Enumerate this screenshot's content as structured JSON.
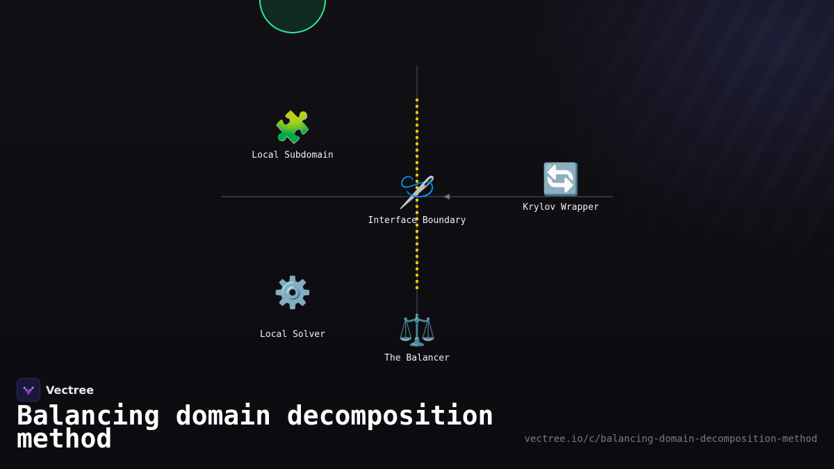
{
  "brand": {
    "name": "Vectree",
    "logo_icon": "vectree-logo-icon",
    "accent": "#a04ae0"
  },
  "diagram": {
    "nodes": {
      "local_subdomain": {
        "label": "Local Subdomain",
        "icon": "🧩",
        "icon_name": "puzzle-piece-icon"
      },
      "interface_boundary": {
        "label": "Interface Boundary",
        "icon": "🪡",
        "icon_name": "sewing-needle-icon"
      },
      "krylov_wrapper": {
        "label": "Krylov Wrapper",
        "icon": "🔄",
        "icon_name": "cycle-arrows-icon"
      },
      "local_solver": {
        "label": "Local Solver",
        "icon": "⚙️",
        "icon_name": "gear-icon"
      },
      "the_balancer": {
        "label": "The Balancer",
        "icon": "⚖️",
        "icon_name": "balance-scale-icon"
      }
    },
    "colors": {
      "boundary_dash": "#f2c200",
      "connector": "#555560",
      "highlight_circle": "#2ee89a"
    }
  },
  "footer": {
    "title": "Balancing domain decomposition method",
    "url": "vectree.io/c/balancing-domain-decomposition-method"
  }
}
